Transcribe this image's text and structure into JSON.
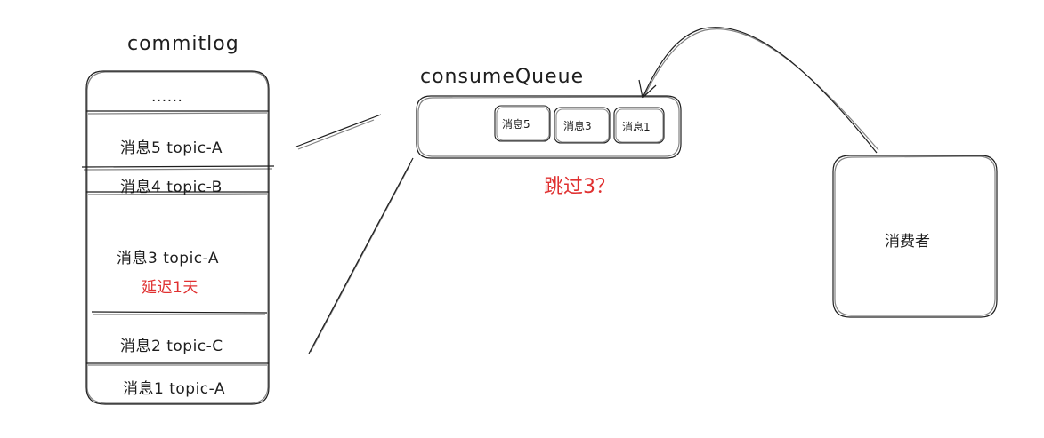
{
  "commitlog": {
    "title": "commitlog",
    "ellipsis": "......",
    "rows": [
      {
        "label": "消息5 topic-A"
      },
      {
        "label": "消息4 topic-B"
      },
      {
        "label": "消息3 topic-A",
        "note": "延迟1天"
      },
      {
        "label": "消息2 topic-C"
      },
      {
        "label": "消息1 topic-A"
      }
    ]
  },
  "consume_queue": {
    "title": "consumeQueue",
    "items": [
      "消息5",
      "消息3",
      "消息1"
    ]
  },
  "annotation": {
    "skip_text": "跳过3？"
  },
  "consumer": {
    "label": "消费者"
  },
  "colors": {
    "stroke": "#1e1e1e",
    "accent_red": "#e03131",
    "background": "#ffffff"
  }
}
